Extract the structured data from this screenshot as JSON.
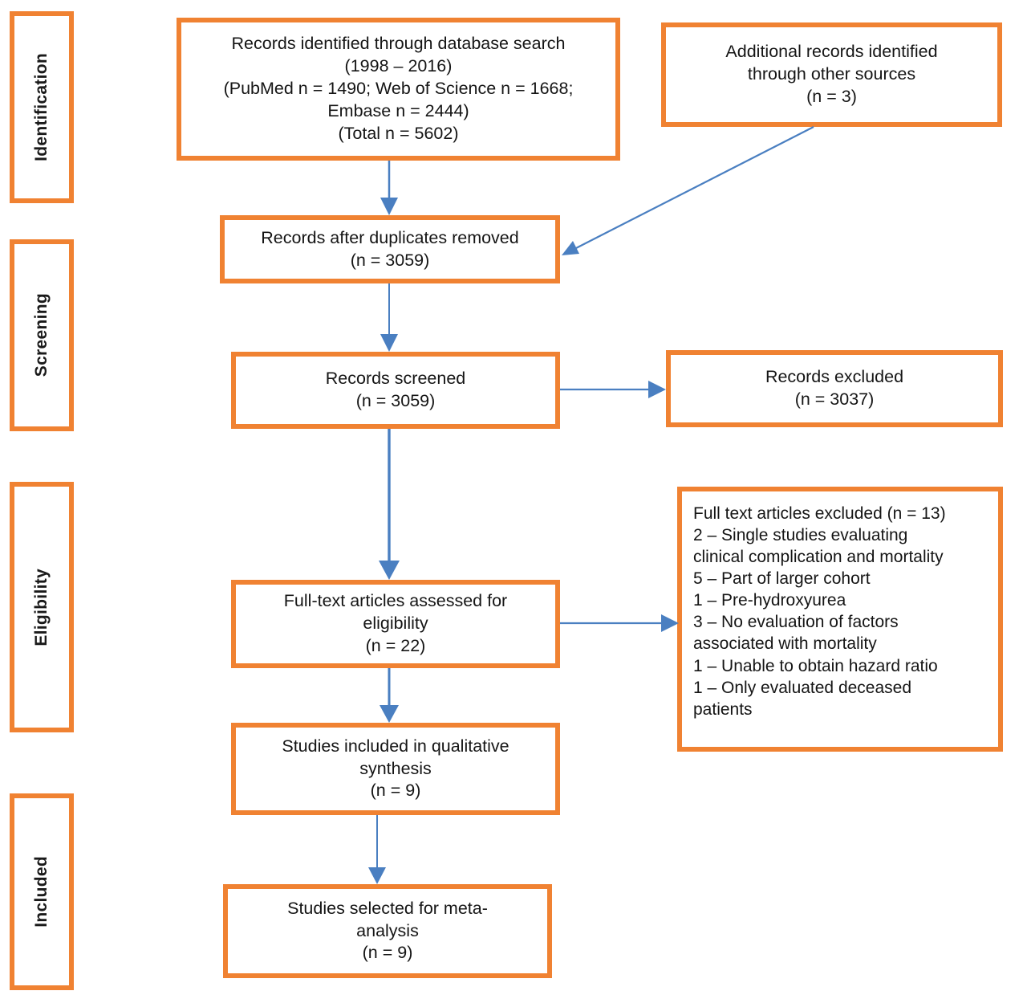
{
  "diagram": {
    "type": "prisma-flow-diagram",
    "accent_color": "#F08232",
    "arrow_color": "#4A7FC1",
    "text_color": "#151515",
    "background": "#FFFFFF"
  },
  "stages": [
    {
      "id": "identification",
      "label": "Identification"
    },
    {
      "id": "screening",
      "label": "Screening"
    },
    {
      "id": "eligibility",
      "label": "Eligibility"
    },
    {
      "id": "included",
      "label": "Included"
    }
  ],
  "boxes": {
    "database_search": "Records identified through database search\n(1998 – 2016)\n(PubMed n = 1490; Web of Science n = 1668;\nEmbase n = 2444)\n(Total n = 5602)",
    "other_sources": "Additional records identified\nthrough other sources\n(n = 3)",
    "duplicates_removed": "Records after duplicates removed\n(n = 3059)",
    "records_screened": "Records screened\n(n = 3059)",
    "records_excluded": "Records excluded\n(n = 3037)",
    "fulltext_assessed": "Full-text articles assessed for\neligibility\n(n = 22)",
    "fulltext_excluded": "Full text articles excluded (n = 13)\n2 – Single studies evaluating\nclinical complication and mortality\n5 – Part of larger cohort\n1 – Pre-hydroxyurea\n3 – No evaluation of factors\nassociated with mortality\n1 – Unable to obtain hazard ratio\n1 – Only evaluated deceased\npatients",
    "qualitative_synthesis": "Studies included in qualitative\nsynthesis\n(n = 9)",
    "meta_analysis": "Studies selected for meta-\nanalysis\n(n = 9)"
  },
  "counts": {
    "pubmed": 1490,
    "web_of_science": 1668,
    "embase": 2444,
    "total_identified": 5602,
    "other_sources": 3,
    "after_duplicates": 3059,
    "screened": 3059,
    "excluded_screening": 3037,
    "fulltext_assessed": 22,
    "fulltext_excluded": 13,
    "qualitative_synthesis": 9,
    "meta_analysis": 9,
    "year_range": "1998 – 2016"
  },
  "exclusion_reasons": [
    {
      "n": 2,
      "reason": "Single studies evaluating clinical complication and mortality"
    },
    {
      "n": 5,
      "reason": "Part of larger cohort"
    },
    {
      "n": 1,
      "reason": "Pre-hydroxyurea"
    },
    {
      "n": 3,
      "reason": "No evaluation of factors associated with mortality"
    },
    {
      "n": 1,
      "reason": "Unable to obtain hazard ratio"
    },
    {
      "n": 1,
      "reason": "Only evaluated deceased patients"
    }
  ]
}
